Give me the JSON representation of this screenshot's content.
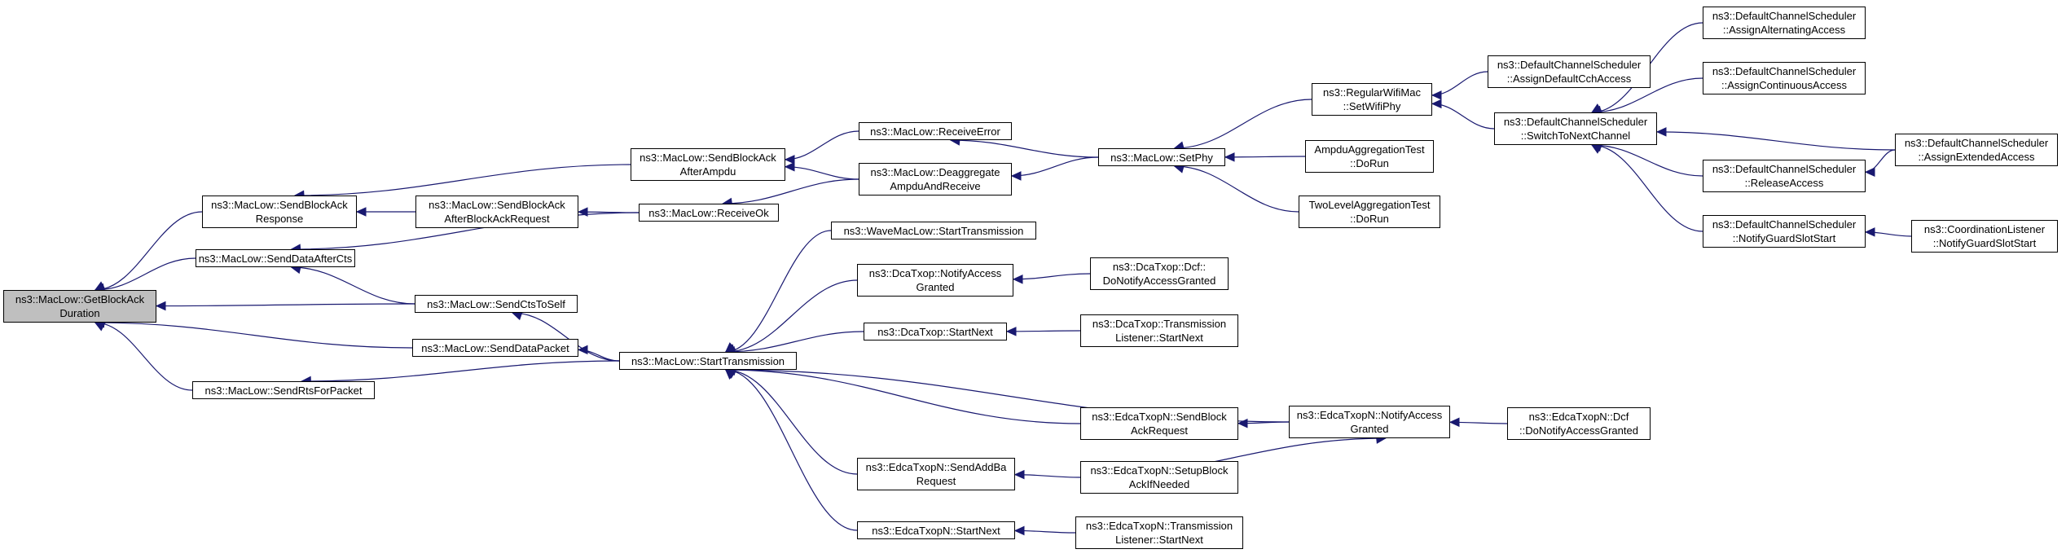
{
  "colors": {
    "edge": "#191970",
    "root_fill": "#bfbfbf",
    "node_fill": "#ffffff",
    "border": "#000000"
  },
  "nodes": {
    "getblockackduration": {
      "lines": [
        "ns3::MacLow::GetBlockAck",
        "Duration"
      ],
      "root": true
    },
    "sendblockackresponse": {
      "lines": [
        "ns3::MacLow::SendBlockAck",
        "Response"
      ]
    },
    "senddataafterects": {
      "lines": [
        "ns3::MacLow::SendDataAfterCts"
      ]
    },
    "sendctstoself": {
      "lines": [
        "ns3::MacLow::SendCtsToSelf"
      ]
    },
    "senddatapacket": {
      "lines": [
        "ns3::MacLow::SendDataPacket"
      ]
    },
    "sendrtsforpacket": {
      "lines": [
        "ns3::MacLow::SendRtsForPacket"
      ]
    },
    "sendblockackafterampdu": {
      "lines": [
        "ns3::MacLow::SendBlockAck",
        "AfterAmpdu"
      ]
    },
    "sendblockackafterbar": {
      "lines": [
        "ns3::MacLow::SendBlockAck",
        "AfterBlockAckRequest"
      ]
    },
    "receiveok": {
      "lines": [
        "ns3::MacLow::ReceiveOk"
      ]
    },
    "starttransmission": {
      "lines": [
        "ns3::MacLow::StartTransmission"
      ]
    },
    "receiveerror": {
      "lines": [
        "ns3::MacLow::ReceiveError"
      ]
    },
    "deaggregate": {
      "lines": [
        "ns3::MacLow::Deaggregate",
        "AmpduAndReceive"
      ]
    },
    "setphy": {
      "lines": [
        "ns3::MacLow::SetPhy"
      ]
    },
    "wavestarttransmission": {
      "lines": [
        "ns3::WaveMacLow::StartTransmission"
      ]
    },
    "dcanotifyaccessgranted": {
      "lines": [
        "ns3::DcaTxop::NotifyAccess",
        "Granted"
      ]
    },
    "dcastartnext": {
      "lines": [
        "ns3::DcaTxop::StartNext"
      ]
    },
    "edcasendblockackrequest": {
      "lines": [
        "ns3::EdcaTxopN::SendBlock",
        "AckRequest"
      ]
    },
    "edcasendaddbarequest": {
      "lines": [
        "ns3::EdcaTxopN::SendAddBa",
        "Request"
      ]
    },
    "edcastartnext": {
      "lines": [
        "ns3::EdcaTxopN::StartNext"
      ]
    },
    "dcfdonotify": {
      "lines": [
        "ns3::DcaTxop::Dcf::",
        "DoNotifyAccessGranted"
      ]
    },
    "dcatransstartnext": {
      "lines": [
        "ns3::DcaTxop::Transmission",
        "Listener::StartNext"
      ]
    },
    "edcasetupblockack": {
      "lines": [
        "ns3::EdcaTxopN::SetupBlock",
        "AckIfNeeded"
      ]
    },
    "edcatransstartnext": {
      "lines": [
        "ns3::EdcaTxopN::Transmission",
        "Listener::StartNext"
      ]
    },
    "edcanotifyaccessgranted": {
      "lines": [
        "ns3::EdcaTxopN::NotifyAccess",
        "Granted"
      ]
    },
    "edcadcfdonotify": {
      "lines": [
        "ns3::EdcaTxopN::Dcf",
        "::DoNotifyAccessGranted"
      ]
    },
    "regularsetwifiphy": {
      "lines": [
        "ns3::RegularWifiMac",
        "::SetWifiPhy"
      ]
    },
    "ampdudorun": {
      "lines": [
        "AmpduAggregationTest",
        "::DoRun"
      ]
    },
    "twoleveldorun": {
      "lines": [
        "TwoLevelAggregationTest",
        "::DoRun"
      ]
    },
    "assigndefaultcch": {
      "lines": [
        "ns3::DefaultChannelScheduler",
        "::AssignDefaultCchAccess"
      ]
    },
    "switchtonext": {
      "lines": [
        "ns3::DefaultChannelScheduler",
        "::SwitchToNextChannel"
      ]
    },
    "assignalternating": {
      "lines": [
        "ns3::DefaultChannelScheduler",
        "::AssignAlternatingAccess"
      ]
    },
    "assigncontinuous": {
      "lines": [
        "ns3::DefaultChannelScheduler",
        "::AssignContinuousAccess"
      ]
    },
    "releaseaccess": {
      "lines": [
        "ns3::DefaultChannelScheduler",
        "::ReleaseAccess"
      ]
    },
    "notifyguardslot": {
      "lines": [
        "ns3::DefaultChannelScheduler",
        "::NotifyGuardSlotStart"
      ]
    },
    "assignextended": {
      "lines": [
        "ns3::DefaultChannelScheduler",
        "::AssignExtendedAccess"
      ]
    },
    "coordnotifyguard": {
      "lines": [
        "ns3::CoordinationListener",
        "::NotifyGuardSlotStart"
      ]
    }
  },
  "edges": [
    [
      "sendblockackresponse",
      "getblockackduration"
    ],
    [
      "senddataafterects",
      "getblockackduration"
    ],
    [
      "sendctstoself",
      "getblockackduration"
    ],
    [
      "senddatapacket",
      "getblockackduration"
    ],
    [
      "sendrtsforpacket",
      "getblockackduration"
    ],
    [
      "sendblockackafterampdu",
      "sendblockackresponse"
    ],
    [
      "sendblockackafterbar",
      "sendblockackresponse"
    ],
    [
      "receiveok",
      "senddataafterects"
    ],
    [
      "sendctstoself",
      "senddataafterects"
    ],
    [
      "starttransmission",
      "sendctstoself"
    ],
    [
      "starttransmission",
      "senddatapacket"
    ],
    [
      "starttransmission",
      "sendrtsforpacket"
    ],
    [
      "receiveerror",
      "sendblockackafterampdu"
    ],
    [
      "deaggregate",
      "sendblockackafterampdu"
    ],
    [
      "receiveok",
      "sendblockackafterbar"
    ],
    [
      "deaggregate",
      "receiveok"
    ],
    [
      "setphy",
      "receiveerror"
    ],
    [
      "setphy",
      "deaggregate"
    ],
    [
      "wavestarttransmission",
      "starttransmission"
    ],
    [
      "dcanotifyaccessgranted",
      "starttransmission"
    ],
    [
      "dcastartnext",
      "starttransmission"
    ],
    [
      "edcasendblockackrequest",
      "starttransmission"
    ],
    [
      "edcasendaddbarequest",
      "starttransmission"
    ],
    [
      "edcastartnext",
      "starttransmission"
    ],
    [
      "edcanotifyaccessgranted",
      "starttransmission"
    ],
    [
      "dcfdonotify",
      "dcanotifyaccessgranted"
    ],
    [
      "dcatransstartnext",
      "dcastartnext"
    ],
    [
      "edcanotifyaccessgranted",
      "edcasendblockackrequest"
    ],
    [
      "edcasetupblockack",
      "edcasendaddbarequest"
    ],
    [
      "edcatransstartnext",
      "edcastartnext"
    ],
    [
      "edcasetupblockack",
      "edcanotifyaccessgranted"
    ],
    [
      "edcadcfdonotify",
      "edcanotifyaccessgranted"
    ],
    [
      "regularsetwifiphy",
      "setphy"
    ],
    [
      "ampdudorun",
      "setphy"
    ],
    [
      "twoleveldorun",
      "setphy"
    ],
    [
      "assigndefaultcch",
      "regularsetwifiphy"
    ],
    [
      "switchtonext",
      "regularsetwifiphy"
    ],
    [
      "assignalternating",
      "switchtonext"
    ],
    [
      "assigncontinuous",
      "switchtonext"
    ],
    [
      "releaseaccess",
      "switchtonext"
    ],
    [
      "notifyguardslot",
      "switchtonext"
    ],
    [
      "assignextended",
      "switchtonext"
    ],
    [
      "assignextended",
      "releaseaccess"
    ],
    [
      "coordnotifyguard",
      "notifyguardslot"
    ]
  ]
}
